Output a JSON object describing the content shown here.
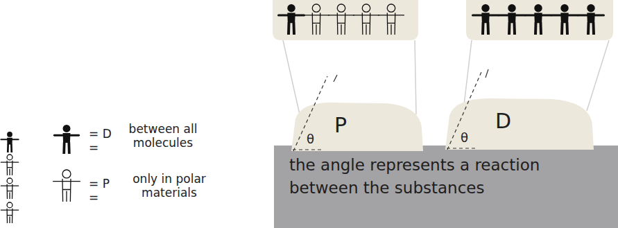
{
  "diagram": {
    "nodes": [
      {
        "text": [
          "P",
          "θ"
        ]
      },
      {
        "text": [
          "D",
          "θ"
        ]
      },
      {
        "text": [
          "the angle represents a reaction between the substances"
        ]
      }
    ],
    "labels": [
      "= D =",
      "between all molecules",
      "= P =",
      "only in polar materials"
    ]
  }
}
